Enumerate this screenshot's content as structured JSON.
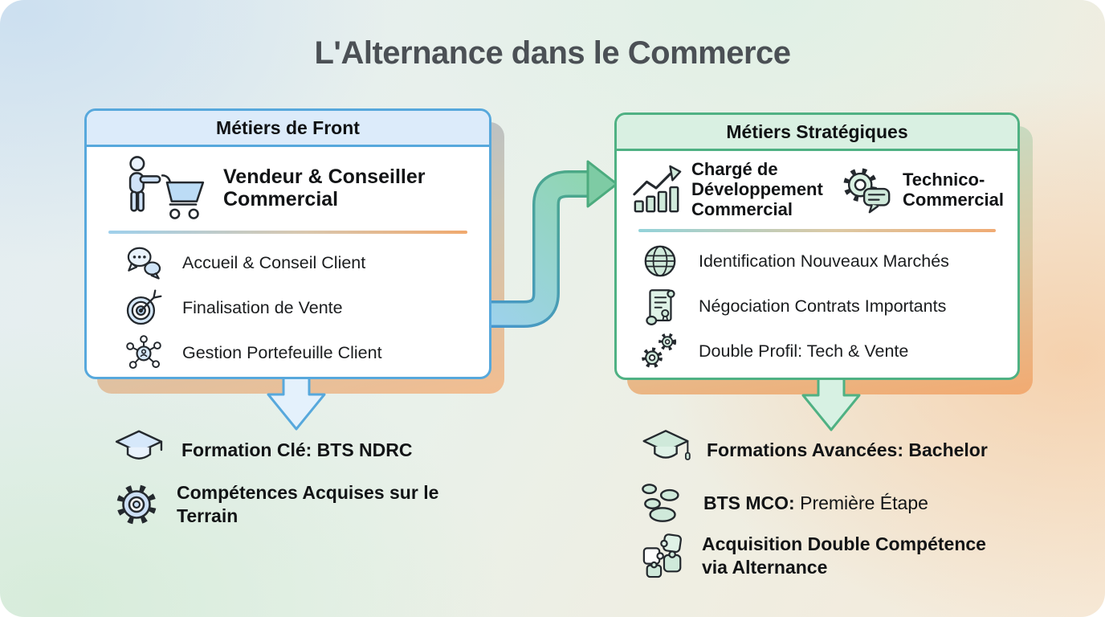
{
  "title": "L'Alternance dans le Commerce",
  "cards": {
    "front": {
      "header": "Métiers de Front",
      "accent_color": "#57a8dc",
      "header_fill": "#dcebfa",
      "job": {
        "icon": "person-cart-icon",
        "title": "Vendeur & Conseiller Commercial"
      },
      "items": [
        {
          "icon": "chat-bubbles-icon",
          "text": "Accueil & Conseil Client"
        },
        {
          "icon": "target-icon",
          "text": "Finalisation de Vente"
        },
        {
          "icon": "network-icon",
          "text": "Gestion Portefeuille Client"
        }
      ]
    },
    "strategic": {
      "header": "Métiers Stratégiques",
      "accent_color": "#4fb183",
      "header_fill": "#d9f0e2",
      "jobs": [
        {
          "icon": "growth-chart-icon",
          "title": "Chargé de Développement Commercial"
        },
        {
          "icon": "gear-chat-icon",
          "title": "Technico-Commercial"
        }
      ],
      "items": [
        {
          "icon": "globe-icon",
          "text": "Identification Nouveaux Marchés"
        },
        {
          "icon": "contract-scroll-icon",
          "text": "Négociation Contrats Importants"
        },
        {
          "icon": "double-gears-icon",
          "text": "Double Profil: Tech & Vente"
        }
      ]
    }
  },
  "footers": {
    "front": [
      {
        "icon": "graduation-cap-icon",
        "bold": "Formation Clé: BTS NDRC",
        "rest": ""
      },
      {
        "icon": "gear-icon",
        "bold": "Compétences Acquises sur le Terrain",
        "rest": ""
      }
    ],
    "strategic": [
      {
        "icon": "graduation-cap-icon",
        "bold": "Formations Avancées: Bachelor",
        "rest": ""
      },
      {
        "icon": "stepping-stones-icon",
        "bold": "BTS MCO:",
        "rest": " Première Étape"
      },
      {
        "icon": "puzzle-icon",
        "bold": "Acquisition Double Compétence via Alternance",
        "rest": ""
      }
    ]
  },
  "connector": {
    "from": "Métiers de Front",
    "to": "Métiers Stratégiques",
    "gradient": [
      "#4796cf",
      "#4cab7e"
    ]
  }
}
